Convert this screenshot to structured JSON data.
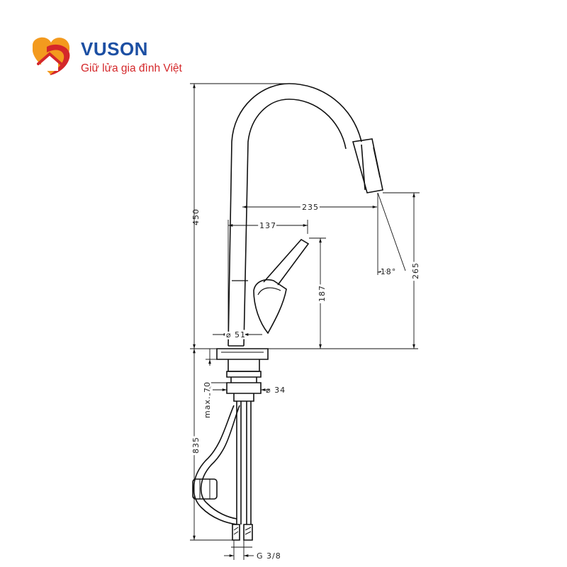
{
  "logo": {
    "brand": "VUSON",
    "tagline": "Giữ lửa gia đình Việt",
    "colors": {
      "blue": "#1c4fa3",
      "red": "#d4272a",
      "orange": "#f39a1e"
    }
  },
  "dimensions": {
    "total_height": "450",
    "spout_reach": "235",
    "lever_offset": "137",
    "lever_height": "187",
    "spout_height": "265",
    "spray_angle": "18°",
    "base_diameter": "⌀ 51",
    "shank_diameter": "⌀ 34",
    "deck_thickness": "max. 70",
    "hose_length": "835",
    "thread_size": "G 3/8"
  }
}
